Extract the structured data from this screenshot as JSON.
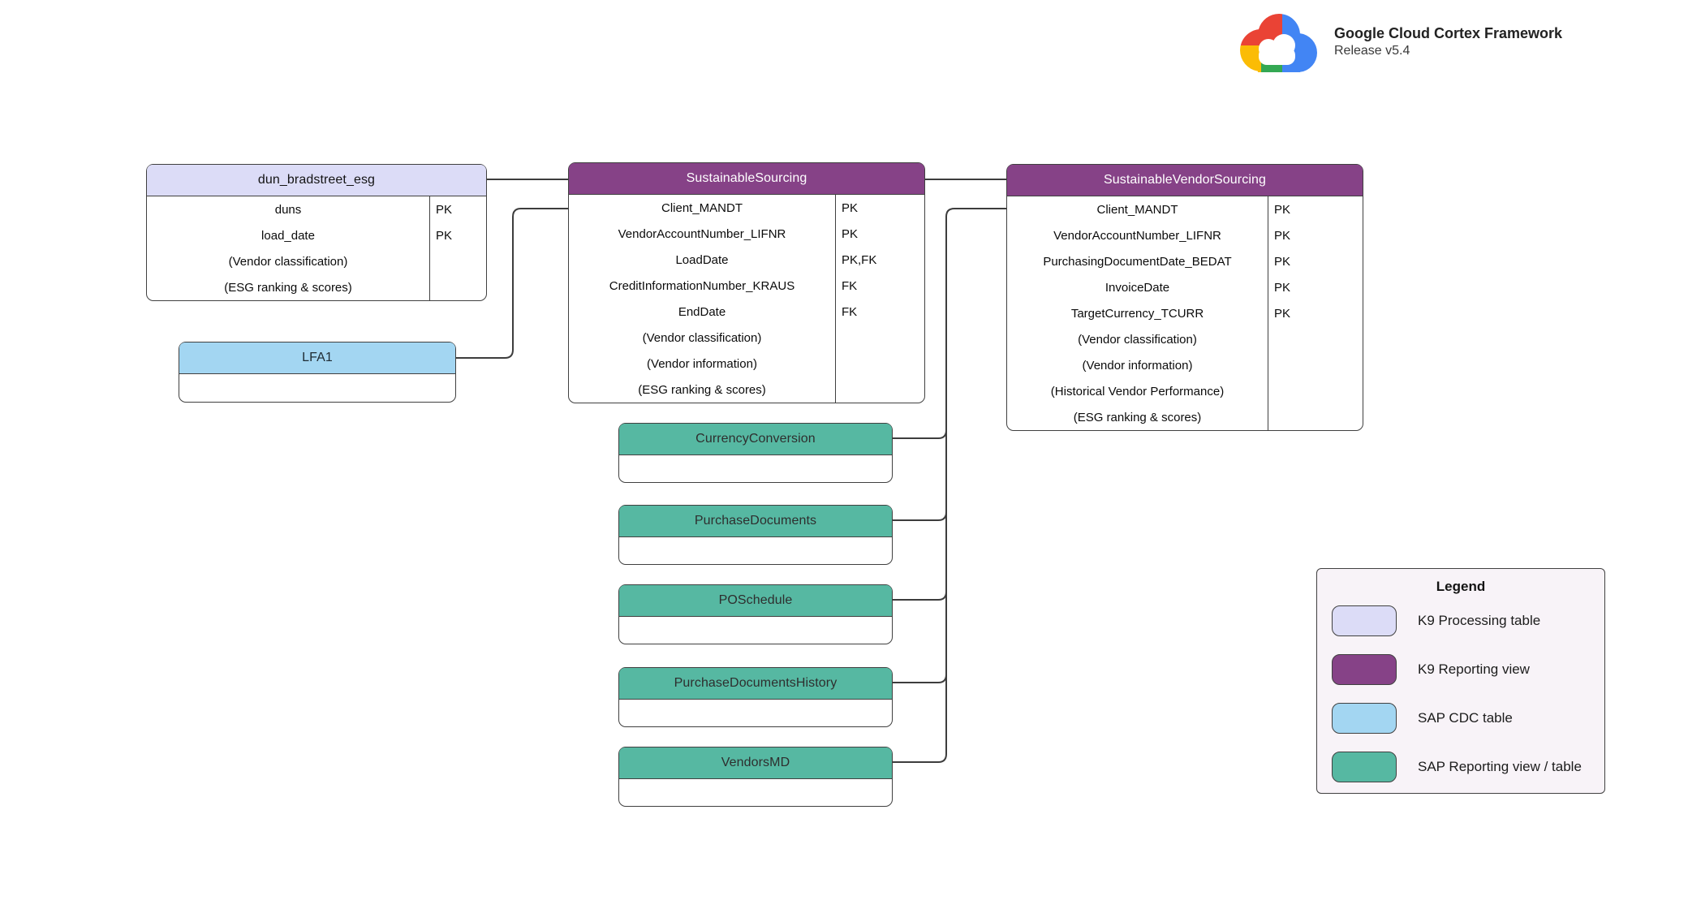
{
  "brand": {
    "title": "Google Cloud Cortex Framework",
    "subtitle": "Release v5.4",
    "logo": "google-cloud-logo"
  },
  "colors": {
    "k9_processing_table": "#dcdcf7",
    "k9_reporting_view": "#864287",
    "sap_cdc_table": "#a3d6f2",
    "sap_reporting_view_table": "#56b8a2",
    "connector_line": "#3d3d3d",
    "legend_background": "#f8f3f8",
    "logo_red": "#EA4335",
    "logo_yellow": "#FBBC05",
    "logo_blue": "#4285F4",
    "logo_green": "#34A853"
  },
  "tables": [
    {
      "title": "dun_bradstreet_esg",
      "type": "K9 Processing table",
      "rows": [
        {
          "name": "duns",
          "key": "PK"
        },
        {
          "name": "load_date",
          "key": "PK"
        },
        {
          "name": "(Vendor classification)",
          "key": ""
        },
        {
          "name": "(ESG ranking & scores)",
          "key": ""
        }
      ]
    },
    {
      "title": "SustainableSourcing",
      "type": "K9 Reporting view",
      "rows": [
        {
          "name": "Client_MANDT",
          "key": "PK"
        },
        {
          "name": "VendorAccountNumber_LIFNR",
          "key": "PK"
        },
        {
          "name": "LoadDate",
          "key": "PK,FK"
        },
        {
          "name": "CreditInformationNumber_KRAUS",
          "key": "FK"
        },
        {
          "name": "EndDate",
          "key": "FK"
        },
        {
          "name": "(Vendor classification)",
          "key": ""
        },
        {
          "name": "(Vendor information)",
          "key": ""
        },
        {
          "name": "(ESG ranking & scores)",
          "key": ""
        }
      ]
    },
    {
      "title": "SustainableVendorSourcing",
      "type": "K9 Reporting view",
      "rows": [
        {
          "name": "Client_MANDT",
          "key": "PK"
        },
        {
          "name": "VendorAccountNumber_LIFNR",
          "key": "PK"
        },
        {
          "name": "PurchasingDocumentDate_BEDAT",
          "key": "PK"
        },
        {
          "name": "InvoiceDate",
          "key": "PK"
        },
        {
          "name": "TargetCurrency_TCURR",
          "key": "PK"
        },
        {
          "name": "(Vendor classification)",
          "key": ""
        },
        {
          "name": "(Vendor information)",
          "key": ""
        },
        {
          "name": "(Historical Vendor Performance)",
          "key": ""
        },
        {
          "name": "(ESG ranking & scores)",
          "key": ""
        }
      ]
    },
    {
      "title": "LFA1",
      "type": "SAP CDC table",
      "rows": []
    },
    {
      "title": "CurrencyConversion",
      "type": "SAP Reporting view / table",
      "rows": []
    },
    {
      "title": "PurchaseDocuments",
      "type": "SAP Reporting view / table",
      "rows": []
    },
    {
      "title": "POSchedule",
      "type": "SAP Reporting view / table",
      "rows": []
    },
    {
      "title": "PurchaseDocumentsHistory",
      "type": "SAP Reporting view / table",
      "rows": []
    },
    {
      "title": "VendorsMD",
      "type": "SAP Reporting view / table",
      "rows": []
    }
  ],
  "legend": {
    "title": "Legend",
    "items": [
      {
        "label": "K9 Processing table"
      },
      {
        "label": "K9 Reporting view"
      },
      {
        "label": "SAP CDC table"
      },
      {
        "label": "SAP Reporting view / table"
      }
    ]
  }
}
